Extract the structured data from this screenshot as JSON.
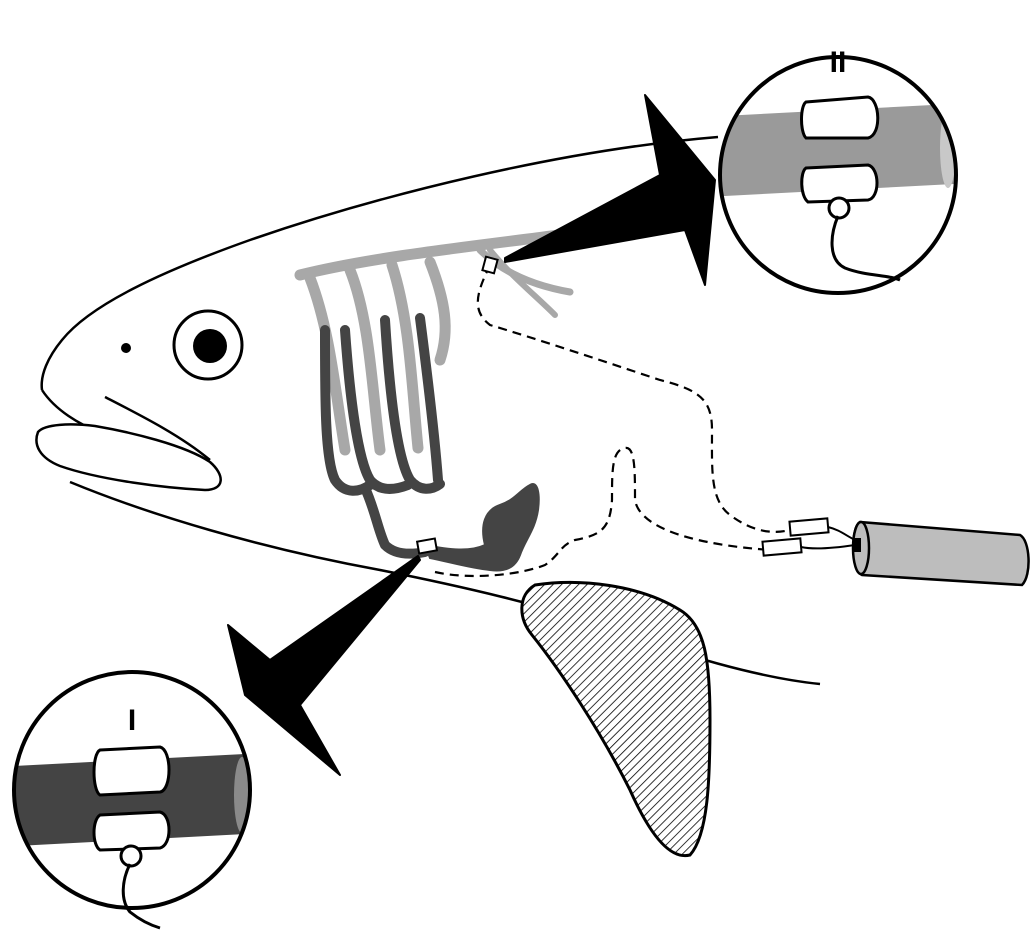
{
  "diagram": {
    "callouts": [
      {
        "id": "I",
        "label": "I",
        "vessel_color": "#444444"
      },
      {
        "id": "II",
        "label": "II",
        "vessel_color": "#9a9a9a"
      }
    ]
  },
  "colors": {
    "outline": "#000000",
    "venous_vessel": "#444444",
    "arterial_vessel": "#a8a8a8",
    "probe_body": "#bdbdbd",
    "cuff": "#ffffff",
    "background": "#ffffff"
  }
}
